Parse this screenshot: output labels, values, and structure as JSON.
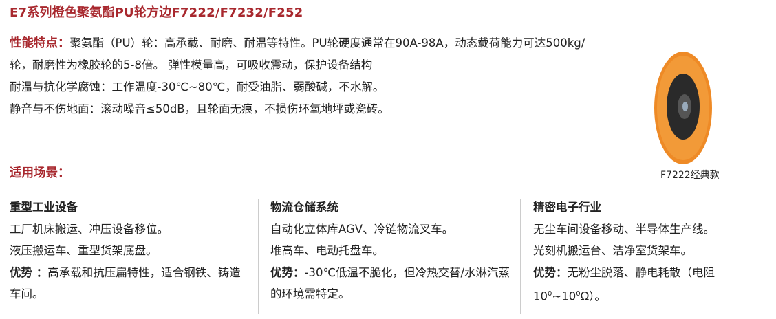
{
  "title": "E7系列橙色聚氨酯PU轮方边F7222/F7232/F252",
  "features": {
    "label": "性能特点：",
    "text": "聚氨酯（PU）轮：高承载、耐磨、耐温等特性。PU轮硬度通常在90A-98A，动态载荷能力可达500kg/轮，耐磨性为橡胶轮的5-8倍。 弹性模量高，可吸收震动，保护设备结构",
    "line2": "耐温与抗化学腐蚀：工作温度-30℃~80℃，耐受油脂、弱酸碱，不水解。",
    "line3": "静音与不伤地面：滚动噪音≤50dB，且轮面无痕，不损伤环氧地坪或瓷砖。"
  },
  "image_caption": "F7222经典款",
  "scenes_label": "适用场景：",
  "columns": [
    {
      "title": "重型工业设备",
      "lines": [
        "工厂机床搬运、冲压设备移位。",
        "液压搬运车、重型货架底盘。"
      ],
      "adv_label": "优势 ：",
      "adv": "高承载和抗压扁特性，适合钢铁、铸造车间。"
    },
    {
      "title": "物流仓储系统",
      "lines": [
        "自动化立体库AGV、冷链物流叉车。",
        "堆高车、电动托盘车。"
      ],
      "adv_label": "优势：",
      "adv": "-30℃低温不脆化，但冷热交替/水淋汽蒸的环境需特定。"
    },
    {
      "title": "精密电子行业",
      "lines": [
        "无尘车间设备移动、半导体生产线。",
        "光刻机搬运台、洁净室货架车。"
      ],
      "adv_label": "优势：",
      "adv": "无粉尘脱落、静电耗散（电阻",
      "adv2_a": "10",
      "adv2_sup1": "0",
      "adv2_b": "~10",
      "adv2_sup2": "0",
      "adv2_c": "Ω）。"
    }
  ]
}
